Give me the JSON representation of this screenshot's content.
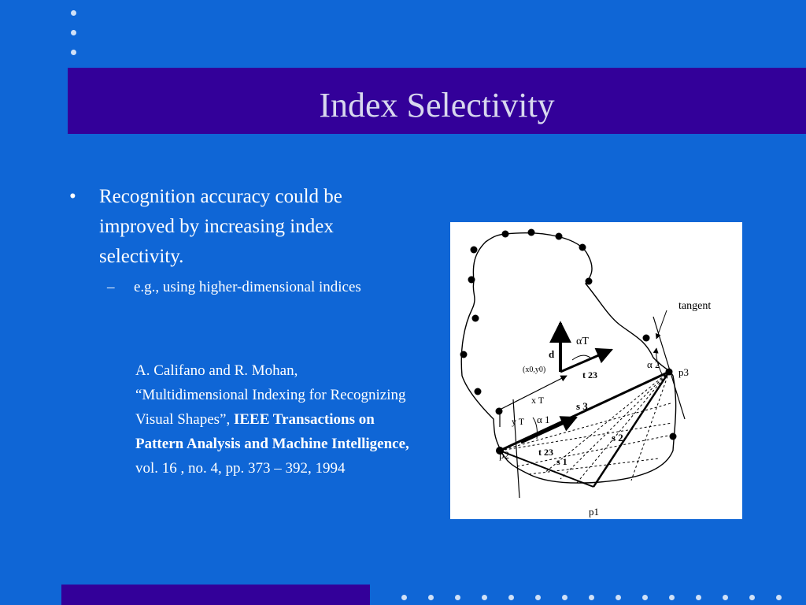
{
  "slide": {
    "title": "Index Selectivity",
    "bullet1": "Recognition accuracy could be improved by increasing index selectivity.",
    "bullet1_mark": "•",
    "bullet2": "e.g., using higher-dimensional indices",
    "bullet2_mark": "–",
    "reference": {
      "authors": "A. Califano and R. Mohan,",
      "paper_title": "“Multidimensional Indexing for Recognizing Visual Shapes”,",
      "journal": "IEEE Transactions on Pattern Analysis and Machine Intelligence,",
      "details": "vol. 16 ,  no. 4, pp. 373 – 392, 1994"
    }
  },
  "figure": {
    "labels": {
      "tangent": "tangent",
      "p1": "p1",
      "p2": "p2",
      "p3": "p3",
      "d": "d",
      "x0y0": "(x0,y0)",
      "alpha_t": "αT",
      "t23_top": "t 23",
      "alpha2": "α 2",
      "xt": "x T",
      "yt": "y T",
      "alpha1": "α 1",
      "s3": "s 3",
      "s2": "s 2",
      "s1": "s 1",
      "t23_bottom": "t 23"
    }
  },
  "colors": {
    "background": "#0f66d6",
    "title_bar": "#330099",
    "title_text": "#d8d8ee",
    "body_text": "#ffffff"
  }
}
